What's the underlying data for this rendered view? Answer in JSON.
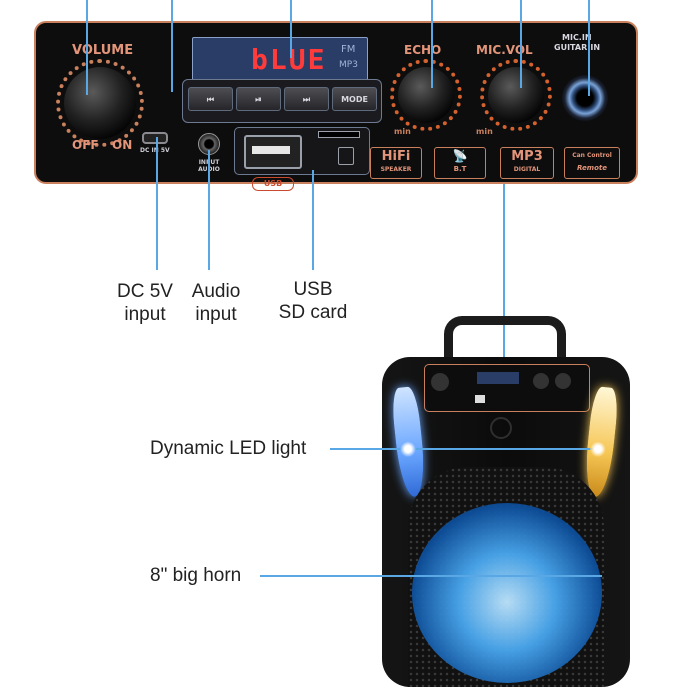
{
  "panel": {
    "volume_label": "VOLUME",
    "off_label": "OFF",
    "on_label": "ON",
    "dc_label": "DC IN 5V",
    "input_audio_label": "INPUT AUDIO",
    "display_text": "bLUE",
    "display_fm": "FM",
    "display_mp3": "MP3",
    "buttons": [
      {
        "label": "⏮"
      },
      {
        "label": "⏯"
      },
      {
        "label": "⏭"
      },
      {
        "label": "MODE"
      }
    ],
    "usb_badge": "USB",
    "echo_label": "ECHO",
    "mic_vol_label": "MIC.VOL",
    "min_label": "min",
    "mic_in_label": "MIC.IN",
    "guitar_in_label": "GUITAR.IN",
    "logos": [
      {
        "top": "HiFi",
        "bottom": "SPEAKER"
      },
      {
        "top": "📡",
        "bottom": "B.T"
      },
      {
        "top": "MP3",
        "bottom": "DIGITAL"
      },
      {
        "top": "Can Control",
        "bottom": "Remote"
      }
    ]
  },
  "captions": {
    "dc": [
      "DC 5V",
      "input"
    ],
    "audio": [
      "Audio",
      "input"
    ],
    "usb": [
      "USB",
      "SD card"
    ],
    "led": "Dynamic LED light",
    "horn": "8\" big horn"
  },
  "colors": {
    "panel_accent": "#e3957a",
    "leader_line": "#5aa7e6",
    "display_digits": "#ff3b3b"
  }
}
